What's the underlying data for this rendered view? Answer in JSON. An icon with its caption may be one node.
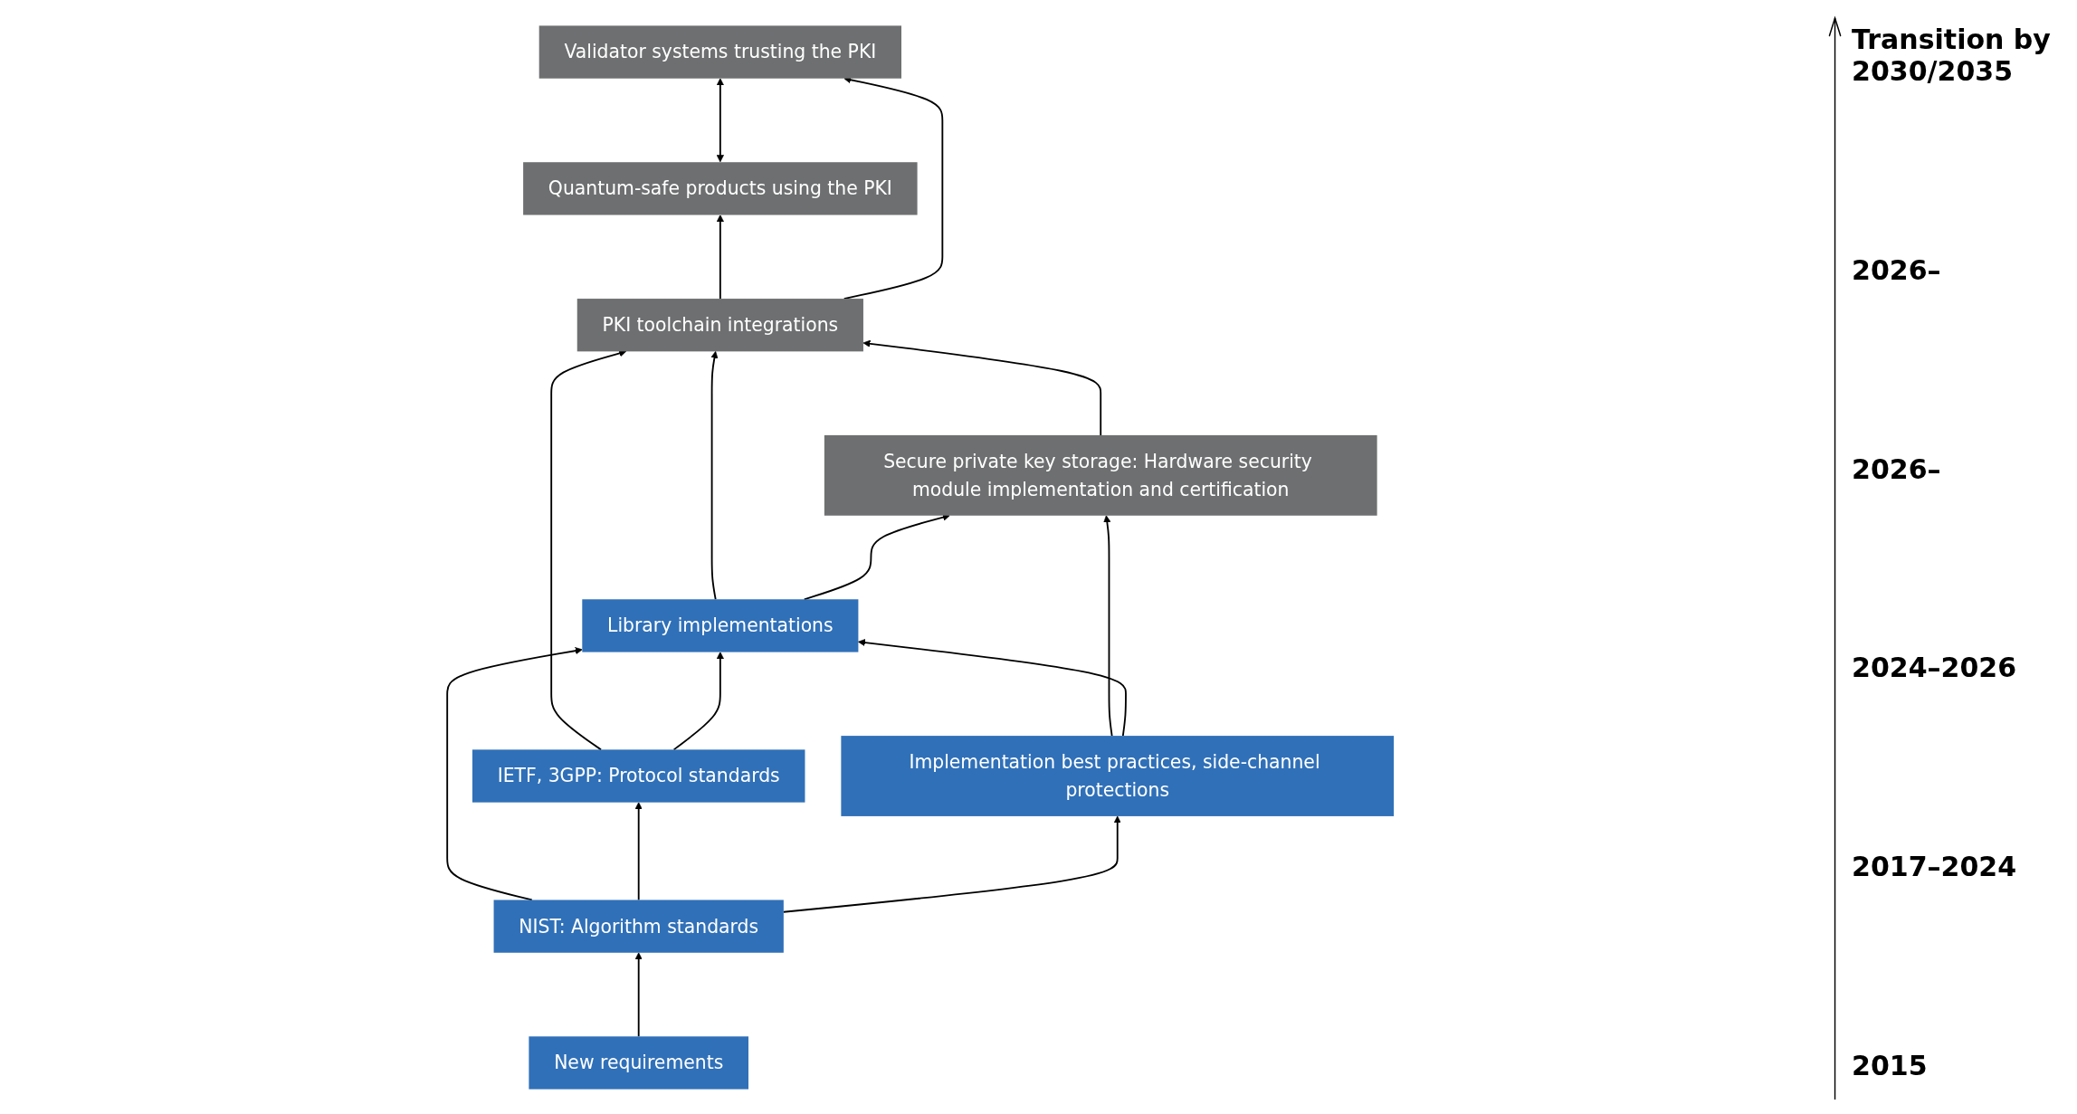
{
  "diagram": {
    "nodes": [
      {
        "text": [
          "Quantum-safe products using the PKI"
        ]
      },
      {
        "text": [
          "Validator systems trusting the PKI"
        ]
      },
      {
        "text": [
          "PKI toolchain integrations"
        ]
      },
      {
        "text": [
          "Secure private key storage: Hardware security module implementation and certification"
        ]
      },
      {
        "text": [
          "Library implementations"
        ]
      },
      {
        "text": [
          "IETF, 3GPP: Protocol standards"
        ]
      },
      {
        "text": [
          "Implementation best practices, side-channel protections"
        ]
      },
      {
        "text": [
          "NIST: Algorithm standards"
        ]
      },
      {
        "text": [
          "New requirements"
        ]
      }
    ],
    "edges": [
      {
        "from": 0,
        "to": 1,
        "arrow": "both"
      },
      {
        "from": 2,
        "to": 0,
        "arrow": "to"
      },
      {
        "from": 2,
        "to": 1,
        "arrow": "to"
      },
      {
        "from": 3,
        "to": 2,
        "arrow": "to"
      },
      {
        "from": 5,
        "to": 2,
        "arrow": "to"
      },
      {
        "from": 4,
        "to": 2,
        "arrow": "to"
      },
      {
        "from": 4,
        "to": 3,
        "arrow": "to"
      },
      {
        "from": 6,
        "to": 3,
        "arrow": "to"
      },
      {
        "from": 5,
        "to": 4,
        "arrow": "to"
      },
      {
        "from": 7,
        "to": 4,
        "arrow": "to"
      },
      {
        "from": 6,
        "to": 4,
        "arrow": "to"
      },
      {
        "from": 7,
        "to": 5,
        "arrow": "to"
      },
      {
        "from": 7,
        "to": 6,
        "arrow": "to"
      },
      {
        "from": 8,
        "to": 7,
        "arrow": "to"
      }
    ],
    "labels": [
      "Transition by 2030/2035",
      "2026–",
      "2026–",
      "2024–2026",
      "2017–2024",
      "2015"
    ]
  }
}
